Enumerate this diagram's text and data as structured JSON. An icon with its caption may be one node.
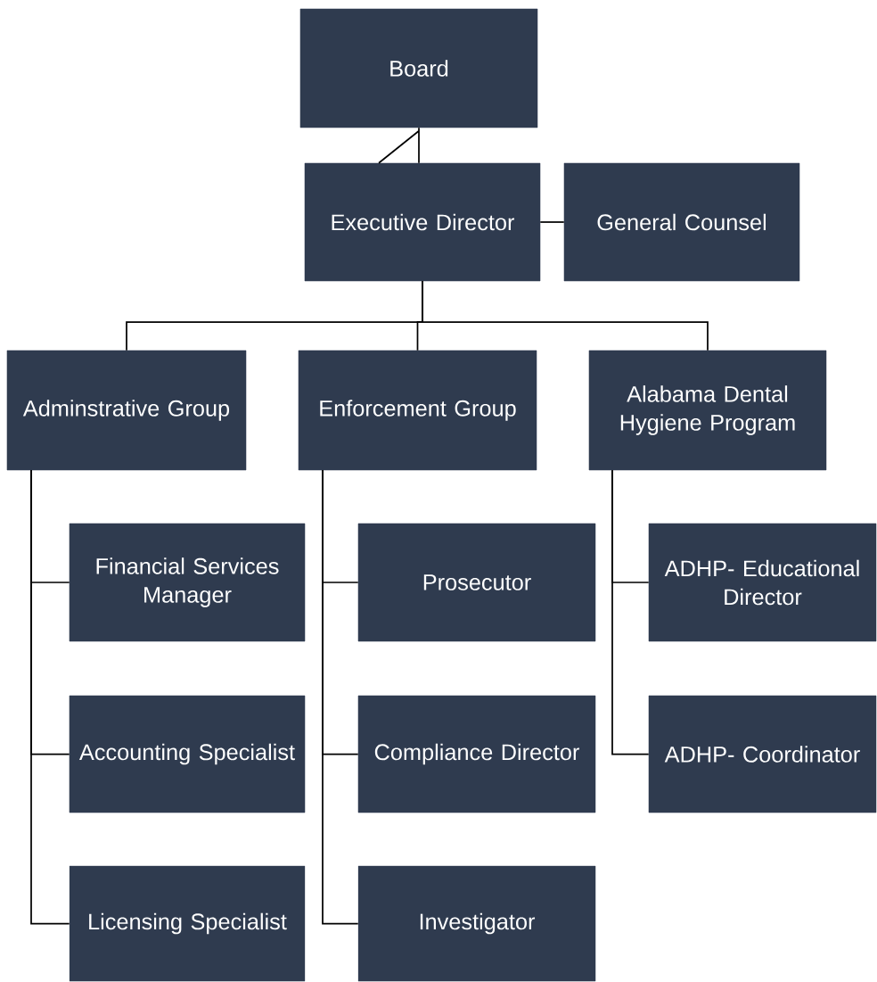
{
  "diagram": {
    "nodes": [
      {
        "text": [
          "Board"
        ]
      },
      {
        "text": [
          "Executive Director"
        ]
      },
      {
        "text": [
          "General Counsel"
        ]
      },
      {
        "text": [
          "Adminstrative Group"
        ]
      },
      {
        "text": [
          "Enforcement Group"
        ]
      },
      {
        "text": [
          "Alabama Dental Hygiene Program"
        ]
      },
      {
        "text": [
          "Financial Services Manager"
        ]
      },
      {
        "text": [
          "Accounting Specialist"
        ]
      },
      {
        "text": [
          "Licensing Specialist"
        ]
      },
      {
        "text": [
          "Prosecutor"
        ]
      },
      {
        "text": [
          "Compliance Director"
        ]
      },
      {
        "text": [
          "Investigator"
        ]
      },
      {
        "text": [
          "ADHP- Educational Director"
        ]
      },
      {
        "text": [
          "ADHP- Coordinator"
        ]
      }
    ],
    "edges": [
      {
        "from": 0,
        "to": 1,
        "arrow": "none"
      },
      {
        "from": 1,
        "to": 2,
        "arrow": "none"
      },
      {
        "from": 1,
        "to": 3,
        "arrow": "none"
      },
      {
        "from": 1,
        "to": 4,
        "arrow": "none"
      },
      {
        "from": 1,
        "to": 5,
        "arrow": "none"
      },
      {
        "from": 3,
        "to": 6,
        "arrow": "none"
      },
      {
        "from": 3,
        "to": 7,
        "arrow": "none"
      },
      {
        "from": 3,
        "to": 8,
        "arrow": "none"
      },
      {
        "from": 4,
        "to": 9,
        "arrow": "none"
      },
      {
        "from": 4,
        "to": 10,
        "arrow": "none"
      },
      {
        "from": 4,
        "to": 11,
        "arrow": "none"
      },
      {
        "from": 5,
        "to": 12,
        "arrow": "none"
      },
      {
        "from": 5,
        "to": 13,
        "arrow": "none"
      }
    ]
  }
}
